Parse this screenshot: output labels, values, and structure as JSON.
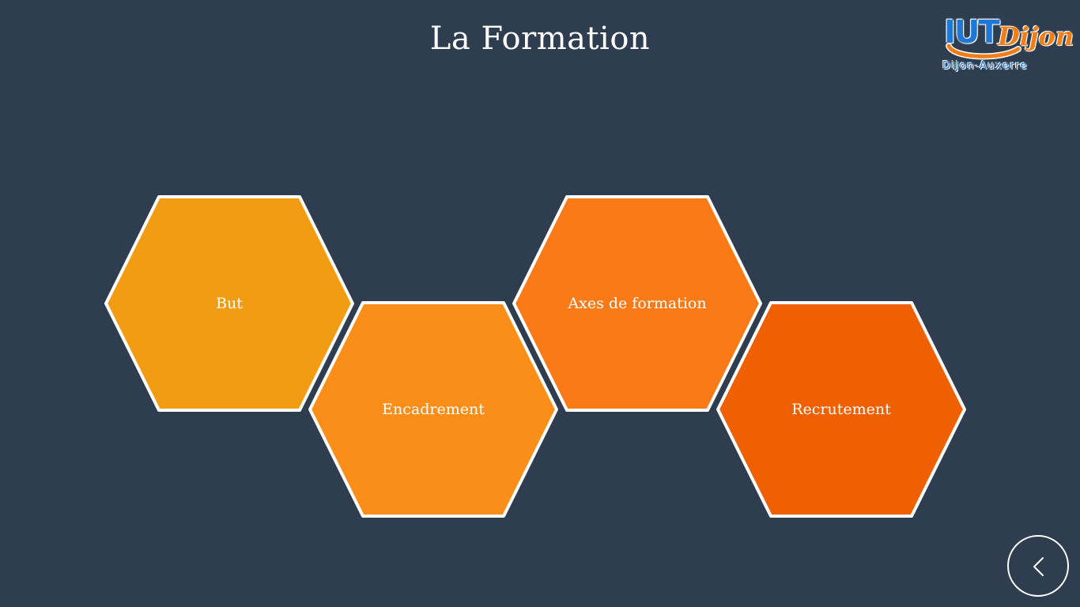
{
  "slide": {
    "title": "La Formation",
    "background_color": "#2e3d50"
  },
  "logo": {
    "wordmark": "IUT",
    "city": "Dijon",
    "subtitle": "Dijon-Auxerre",
    "colors": {
      "blue": "#1f78d6",
      "orange": "#f07f1a"
    }
  },
  "hexagons": [
    {
      "label": "But",
      "color": "#f29c14"
    },
    {
      "label": "Encadrement",
      "color": "#fb8e18"
    },
    {
      "label": "Axes de formation",
      "color": "#fa7a18"
    },
    {
      "label": "Recrutement",
      "color": "#ee6002"
    }
  ],
  "navigation": {
    "back_icon": "chevron-left-icon"
  }
}
